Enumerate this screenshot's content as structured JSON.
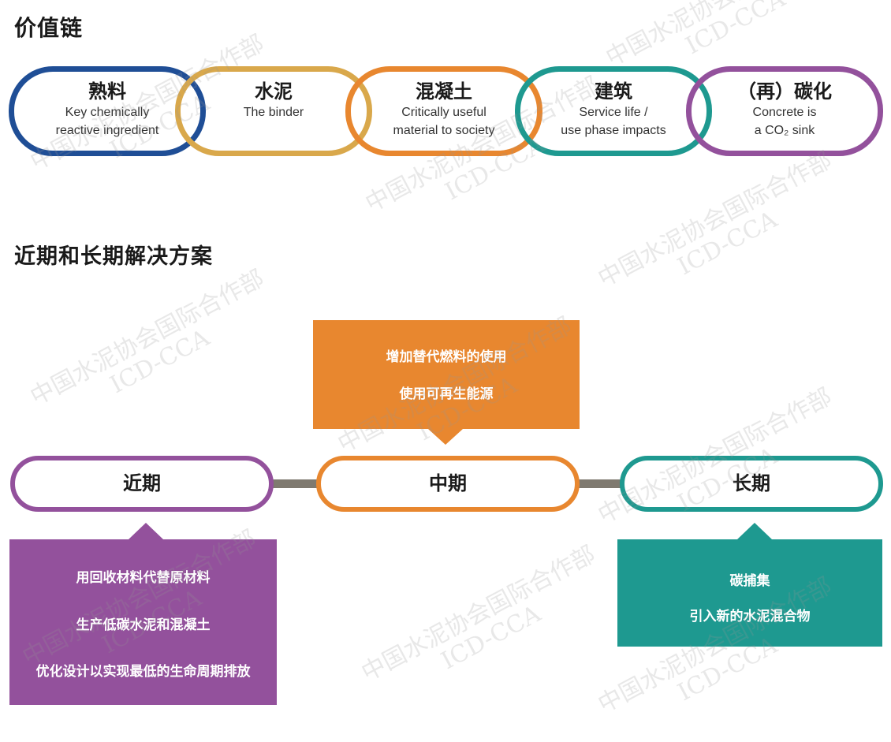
{
  "value_chain": {
    "title": "价值链",
    "stages": [
      {
        "zh": "熟料",
        "en1": "Key chemically",
        "en2": "reactive ingredient",
        "color": "#1f4e96"
      },
      {
        "zh": "水泥",
        "en1": "The binder",
        "en2": "",
        "color": "#d9a84b"
      },
      {
        "zh": "混凝土",
        "en1": "Critically useful",
        "en2": "material to society",
        "color": "#e8872f"
      },
      {
        "zh": "建筑",
        "en1": "Service life /",
        "en2": "use phase impacts",
        "color": "#1e9990"
      },
      {
        "zh": "（再）碳化",
        "en1": "Concrete is",
        "en2": "a CO₂ sink",
        "color": "#93519c"
      }
    ]
  },
  "solutions": {
    "title": "近期和长期解决方案",
    "short_term": {
      "label": "近期",
      "color": "#93519c",
      "items": [
        "用回收材料代替原材料",
        "生产低碳水泥和混凝土",
        "优化设计以实现最低的生命周期排放"
      ]
    },
    "mid_term": {
      "label": "中期",
      "color": "#e8872f",
      "items": [
        "增加替代燃料的使用",
        "使用可再生能源"
      ]
    },
    "long_term": {
      "label": "长期",
      "color": "#1e9990",
      "items": [
        "碳捕集",
        "引入新的水泥混合物"
      ]
    }
  },
  "watermark": {
    "line1": "中国水泥协会国际合作部",
    "line2": "ICD-CCA"
  }
}
